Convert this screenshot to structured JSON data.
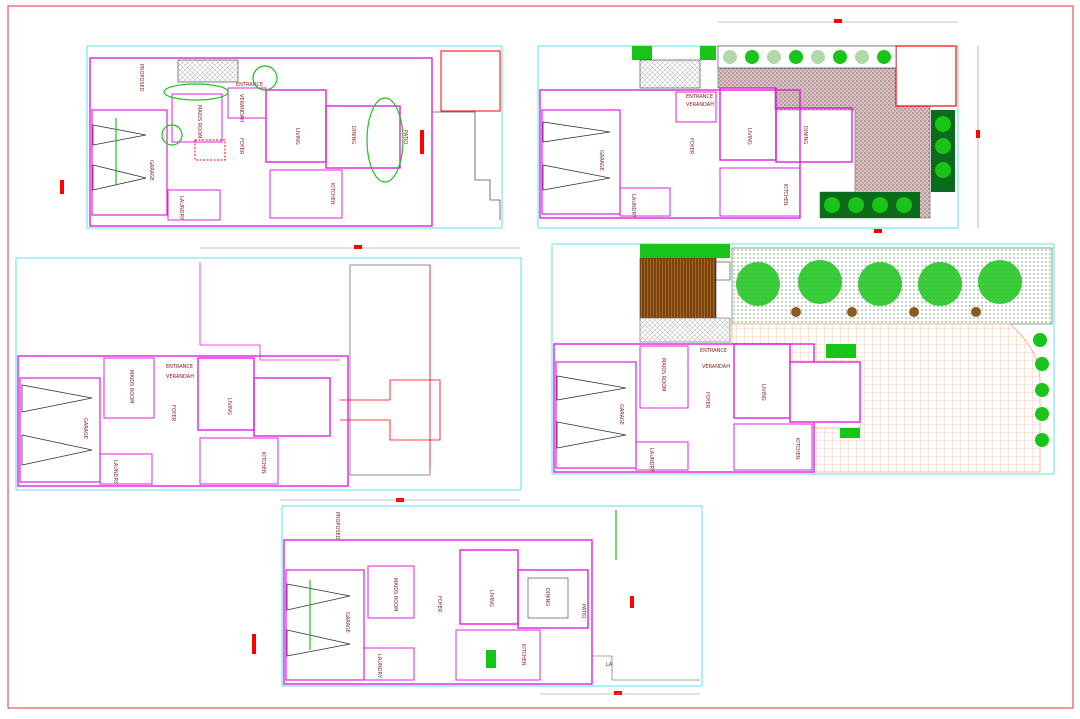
{
  "colors": {
    "frame": "#d9333b",
    "wall": "#e020e0",
    "outline": "#5ee0f0",
    "dim": "#ff0000",
    "plant": "#19c419",
    "dark_plant": "#0a6b1a",
    "brick": "#c0a8a8",
    "paving": "#f5b58a",
    "deck": "#7a3d10",
    "gray": "#888888",
    "ink": "#8b1a1a"
  },
  "plans": {
    "p1": {
      "garage": "GARAGE",
      "maids_room": "MAIDS ROOM",
      "verandah": "VERANDAH",
      "foyer": "FOYER",
      "living": "LIVING",
      "dining": "DINING",
      "kitchen": "KITCHEN",
      "laundry": "LAUNDRY",
      "entrance": "ENTRANCE",
      "patio": "PATIO",
      "note": "PROPOSED"
    },
    "p2": {
      "garage": "GARAGE",
      "verandah": "VERANDAH",
      "entrance": "ENTRANCE",
      "foyer": "FOYER",
      "living": "LIVING",
      "dining": "DINING",
      "kitchen": "KITCHEN",
      "laundry": "LAUNDRY"
    },
    "p3": {
      "garage": "GARAGE",
      "maids_room": "MAIDS ROOM",
      "entrance": "ENTRANCE",
      "verandah": "VERANDAH",
      "foyer": "FOYER",
      "living": "LIVING",
      "kitchen": "KITCHEN",
      "laundry": "LAUNDRY"
    },
    "p4": {
      "garage": "GARAGE",
      "maids_room": "MAIDS ROOM",
      "entrance": "ENTRANCE",
      "verandah": "VERANDAH",
      "foyer": "FOYER",
      "living": "LIVING",
      "kitchen": "KITCHEN",
      "laundry": "LAUNDRY"
    },
    "p5": {
      "garage": "GARAGE",
      "maids_room": "MAIDS ROOM",
      "foyer": "FOYER",
      "living": "LIVING",
      "dining": "DINING",
      "kitchen": "KITCHEN",
      "patio": "PATIO",
      "laundry": "LAUNDRY",
      "la": "LA",
      "note": "PROPOSED"
    }
  }
}
